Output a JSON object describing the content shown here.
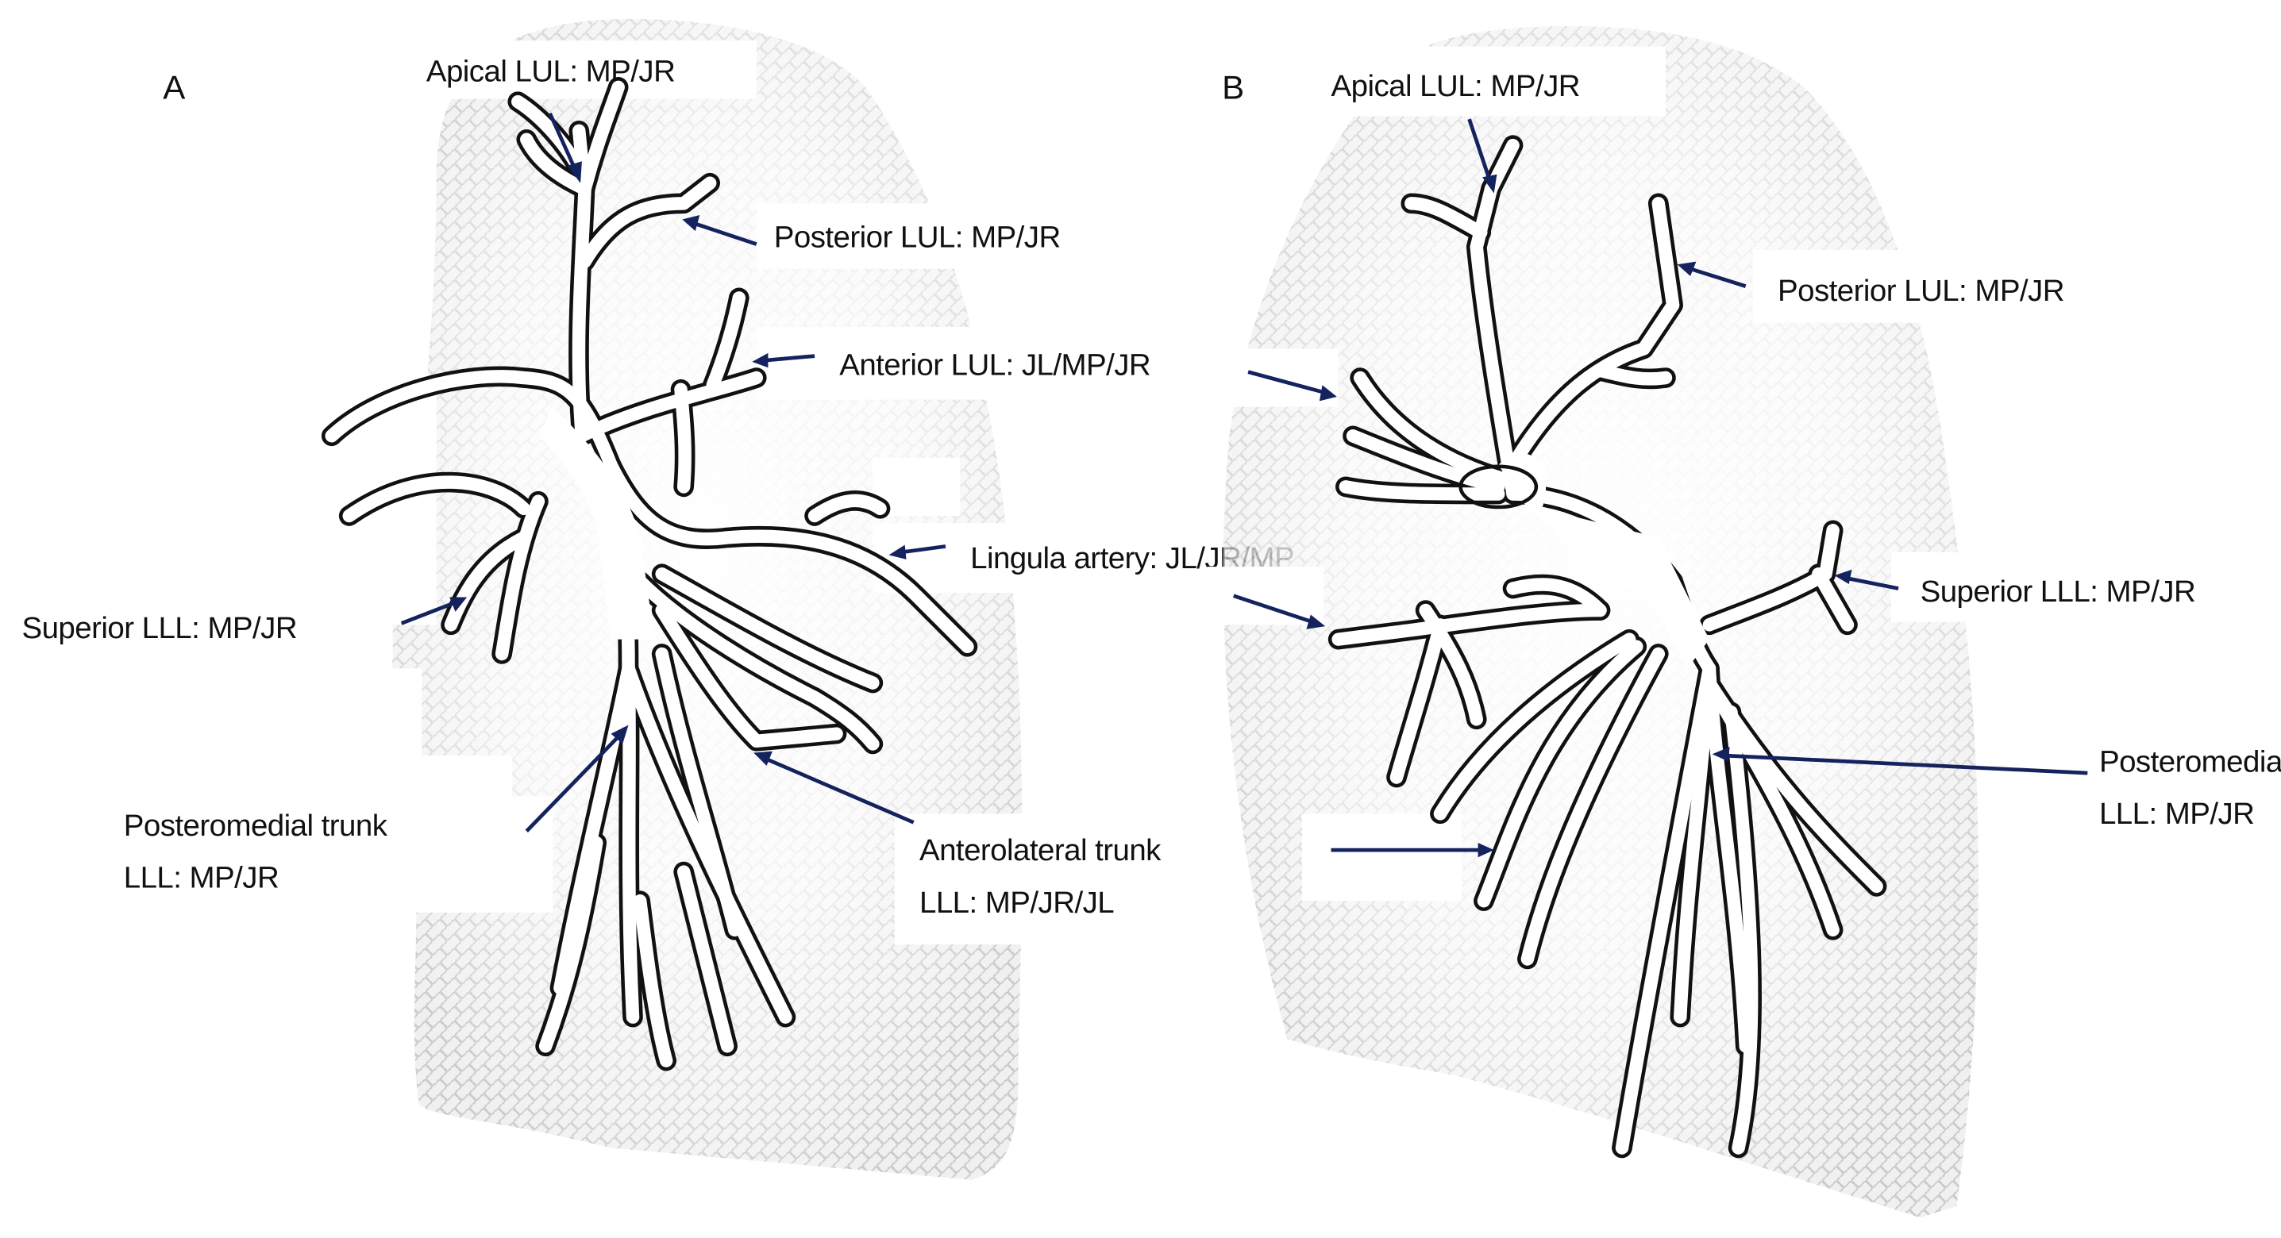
{
  "figure": {
    "panels": [
      {
        "id": "A",
        "letter": "A",
        "labels": [
          {
            "key": "apical",
            "lines": [
              "Apical LUL: MP/JR"
            ]
          },
          {
            "key": "posterior",
            "lines": [
              "Posterior LUL: MP/JR"
            ]
          },
          {
            "key": "anterior",
            "lines": [
              "Anterior LUL: JL/MP/JR"
            ]
          },
          {
            "key": "lingula",
            "lines": [
              "Lingula artery: JL/JR/MP"
            ]
          },
          {
            "key": "superior-lll",
            "lines": [
              "Superior LLL: MP/JR"
            ]
          },
          {
            "key": "posteromedial",
            "lines": [
              "Posteromedial trunk",
              "LLL: MP/JR"
            ]
          },
          {
            "key": "anterolateral",
            "lines": [
              "Anterolateral trunk",
              "LLL: MP/JR/JL"
            ]
          }
        ]
      },
      {
        "id": "B",
        "letter": "B",
        "labels": [
          {
            "key": "apical",
            "lines": [
              "Apical LUL: MP/JR"
            ]
          },
          {
            "key": "posterior",
            "lines": [
              "Posterior LUL: MP/JR"
            ]
          },
          {
            "key": "superior-lll",
            "lines": [
              "Superior LLL: MP/JR"
            ]
          },
          {
            "key": "posteromedial",
            "lines": [
              "Posteromedial trunk",
              "LLL: MP/JR"
            ]
          }
        ]
      }
    ],
    "shared_labels_note": "Anterior LUL, Lingula artery and Anterolateral trunk labels sit between panels and point into both",
    "arrow_color": "#14235e",
    "text_color": "#111111",
    "background": "#ffffff"
  }
}
